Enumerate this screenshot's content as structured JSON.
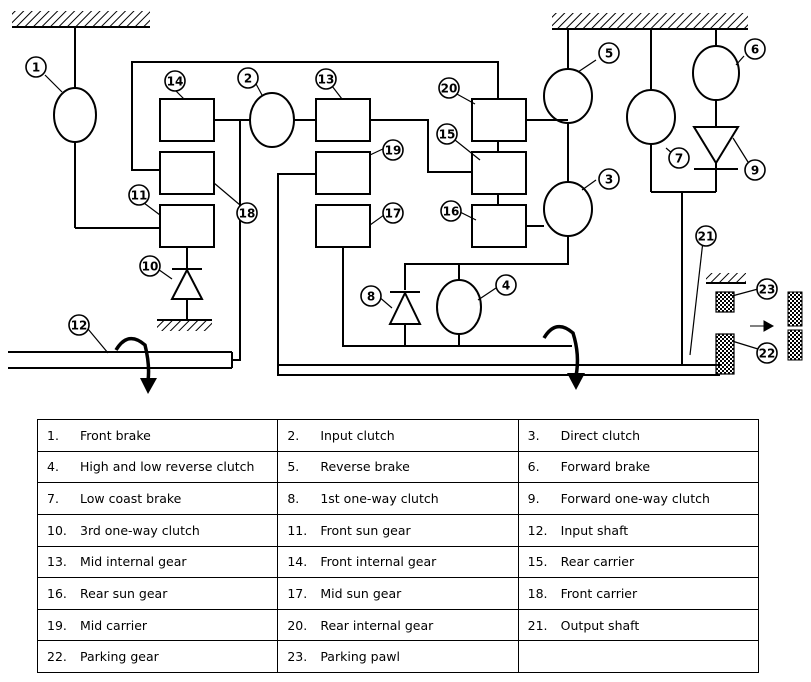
{
  "labels": [
    "1",
    "2",
    "3",
    "4",
    "5",
    "6",
    "7",
    "8",
    "9",
    "10",
    "11",
    "12",
    "13",
    "14",
    "15",
    "16",
    "17",
    "18",
    "19",
    "20",
    "21",
    "22",
    "23"
  ],
  "legend": [
    [
      {
        "num": "1.",
        "text": "Front brake"
      },
      {
        "num": "2.",
        "text": "Input clutch"
      },
      {
        "num": "3.",
        "text": "Direct clutch"
      }
    ],
    [
      {
        "num": "4.",
        "text": "High and low reverse clutch"
      },
      {
        "num": "5.",
        "text": "Reverse brake"
      },
      {
        "num": "6.",
        "text": "Forward brake"
      }
    ],
    [
      {
        "num": "7.",
        "text": "Low coast brake"
      },
      {
        "num": "8.",
        "text": "1st one-way clutch"
      },
      {
        "num": "9.",
        "text": "Forward one-way clutch"
      }
    ],
    [
      {
        "num": "10.",
        "text": "3rd one-way clutch"
      },
      {
        "num": "11.",
        "text": "Front sun gear"
      },
      {
        "num": "12.",
        "text": "Input shaft"
      }
    ],
    [
      {
        "num": "13.",
        "text": "Mid internal gear"
      },
      {
        "num": "14.",
        "text": "Front internal gear"
      },
      {
        "num": "15.",
        "text": "Rear carrier"
      }
    ],
    [
      {
        "num": "16.",
        "text": "Rear sun gear"
      },
      {
        "num": "17.",
        "text": "Mid sun gear"
      },
      {
        "num": "18.",
        "text": "Front carrier"
      }
    ],
    [
      {
        "num": "19.",
        "text": "Mid carrier"
      },
      {
        "num": "20.",
        "text": "Rear internal gear"
      },
      {
        "num": "21.",
        "text": "Output shaft"
      }
    ],
    [
      {
        "num": "22.",
        "text": "Parking gear"
      },
      {
        "num": "23.",
        "text": "Parking pawl"
      },
      {
        "num": "",
        "text": ""
      }
    ]
  ]
}
